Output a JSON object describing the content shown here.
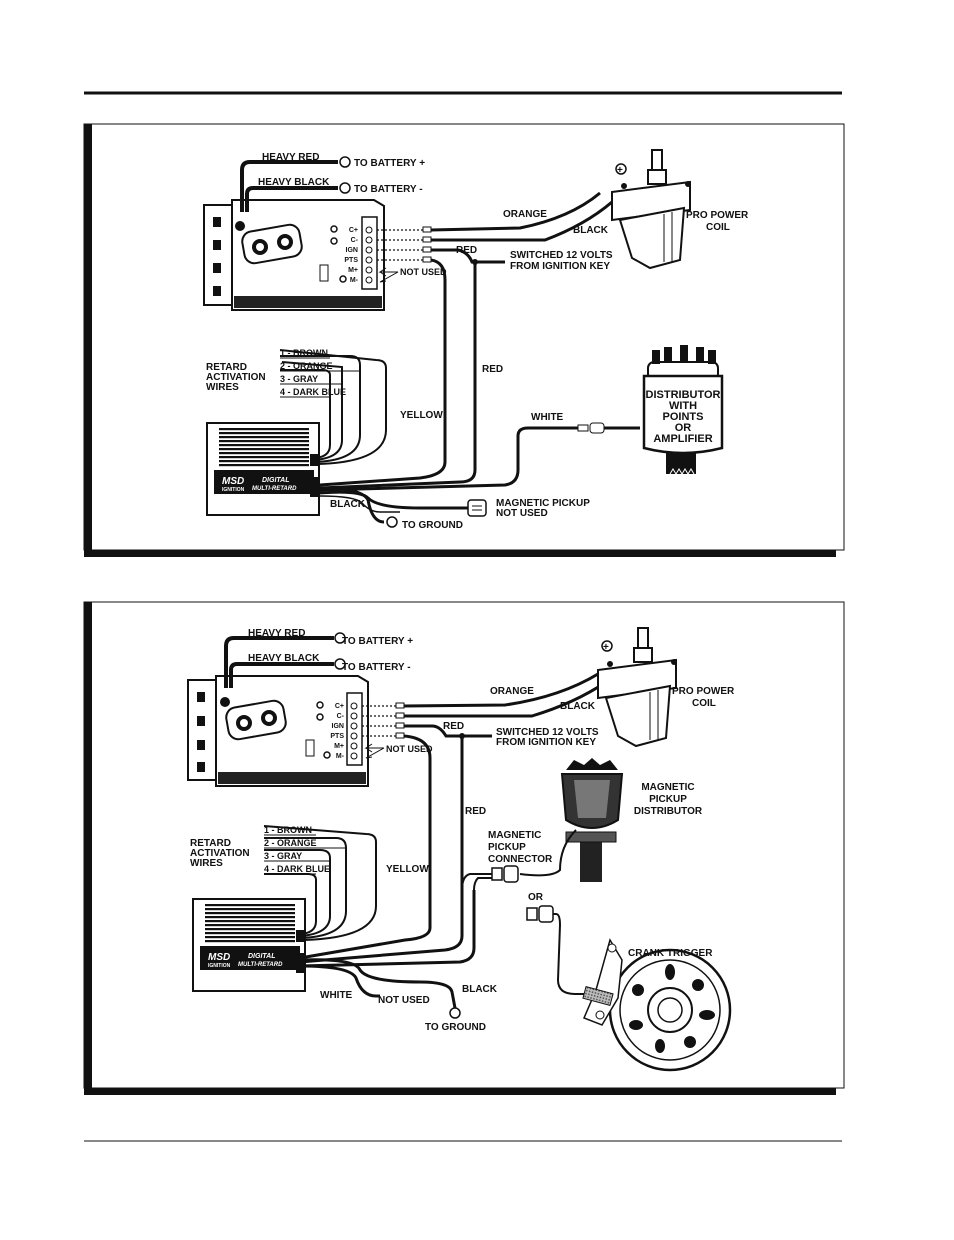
{
  "diagram1": {
    "heavy_red": "HEAVY RED",
    "heavy_black": "HEAVY BLACK",
    "to_battery_pos": "TO BATTERY +",
    "to_battery_neg": "TO BATTERY -",
    "orange": "ORANGE",
    "black_coil": "BLACK",
    "coil_1": "PRO POWER",
    "coil_2": "COIL",
    "red_top": "RED",
    "switched_1": "SWITCHED 12 VOLTS",
    "switched_2": "FROM IGNITION KEY",
    "not_used": "NOT USED",
    "terminals": [
      "C+",
      "C-",
      "IGN",
      "PTS",
      "M+",
      "M-"
    ],
    "retard_1": "RETARD",
    "retard_2": "ACTIVATION",
    "retard_3": "WIRES",
    "wire_1": "1 - BROWN",
    "wire_2": "2 - ORANGE",
    "wire_3": "3 - GRAY",
    "wire_4": "4 - DARK BLUE",
    "red_mid": "RED",
    "yellow": "YELLOW",
    "white": "WHITE",
    "dist_1": "DISTRIBUTOR",
    "dist_2": "WITH",
    "dist_3": "POINTS",
    "dist_4": "OR",
    "dist_5": "AMPLIFIER",
    "black_ground": "BLACK",
    "mag_1": "MAGNETIC PICKUP",
    "mag_2": "NOT USED",
    "to_ground": "TO GROUND",
    "msd_logo": "MSD",
    "msd_sub": "IGNITION",
    "digital": "DIGITAL",
    "multi_retard": "MULTI-RETARD"
  },
  "diagram2": {
    "heavy_red": "HEAVY RED",
    "heavy_black": "HEAVY BLACK",
    "to_battery_pos": "TO BATTERY +",
    "to_battery_neg": "TO BATTERY -",
    "orange": "ORANGE",
    "black_coil": "BLACK",
    "coil_1": "PRO POWER",
    "coil_2": "COIL",
    "red_top": "RED",
    "switched_1": "SWITCHED 12 VOLTS",
    "switched_2": "FROM IGNITION KEY",
    "not_used": "NOT USED",
    "terminals": [
      "C+",
      "C-",
      "IGN",
      "PTS",
      "M+",
      "M-"
    ],
    "magdist_1": "MAGNETIC",
    "magdist_2": "PICKUP",
    "magdist_3": "DISTRIBUTOR",
    "magconn_1": "MAGNETIC",
    "magconn_2": "PICKUP",
    "magconn_3": "CONNECTOR",
    "retard_1": "RETARD",
    "retard_2": "ACTIVATION",
    "retard_3": "WIRES",
    "wire_1": "1 - BROWN",
    "wire_2": "2 - ORANGE",
    "wire_3": "3 - GRAY",
    "wire_4": "4 - DARK BLUE",
    "red_mid": "RED",
    "yellow": "YELLOW",
    "or": "OR",
    "crank": "CRANK TRIGGER",
    "white": "WHITE",
    "not_used_bottom": "NOT USED",
    "black": "BLACK",
    "to_ground": "TO GROUND",
    "msd_logo": "MSD",
    "msd_sub": "IGNITION",
    "digital": "DIGITAL",
    "multi_retard": "MULTI-RETARD"
  }
}
